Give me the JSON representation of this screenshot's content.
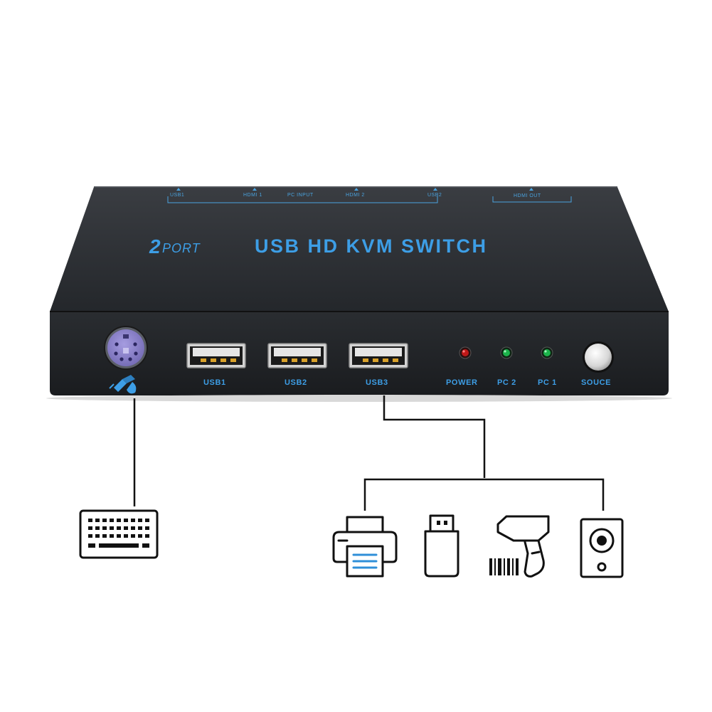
{
  "device": {
    "title_number": "2",
    "title_port": "PORT",
    "title_main": "USB HD KVM SWITCH",
    "top_labels": {
      "usb1": "USB1",
      "hdmi1": "HDMI 1",
      "pc_input": "PC INPUT",
      "hdmi2": "HDMI 2",
      "usb2": "USB2",
      "hdmi_out": "HDMI OUT"
    },
    "ports": {
      "usb1": "USB1",
      "usb2": "USB2",
      "usb3": "USB3"
    },
    "indicators": {
      "power": "POWER",
      "pc2": "PC 2",
      "pc1": "PC 1",
      "source": "SOUCE"
    }
  },
  "colors": {
    "label_blue": "#3d9ee6",
    "ps2_purple": "#8e84c9",
    "led_power": "#c01818",
    "led_pc": "#1bb34a",
    "accent_blue": "#2f8fd8"
  },
  "icons": [
    "ps2-keyboard-mouse-icon",
    "keyboard-icon",
    "printer-icon",
    "usb-drive-icon",
    "barcode-scanner-icon",
    "speaker-icon"
  ]
}
